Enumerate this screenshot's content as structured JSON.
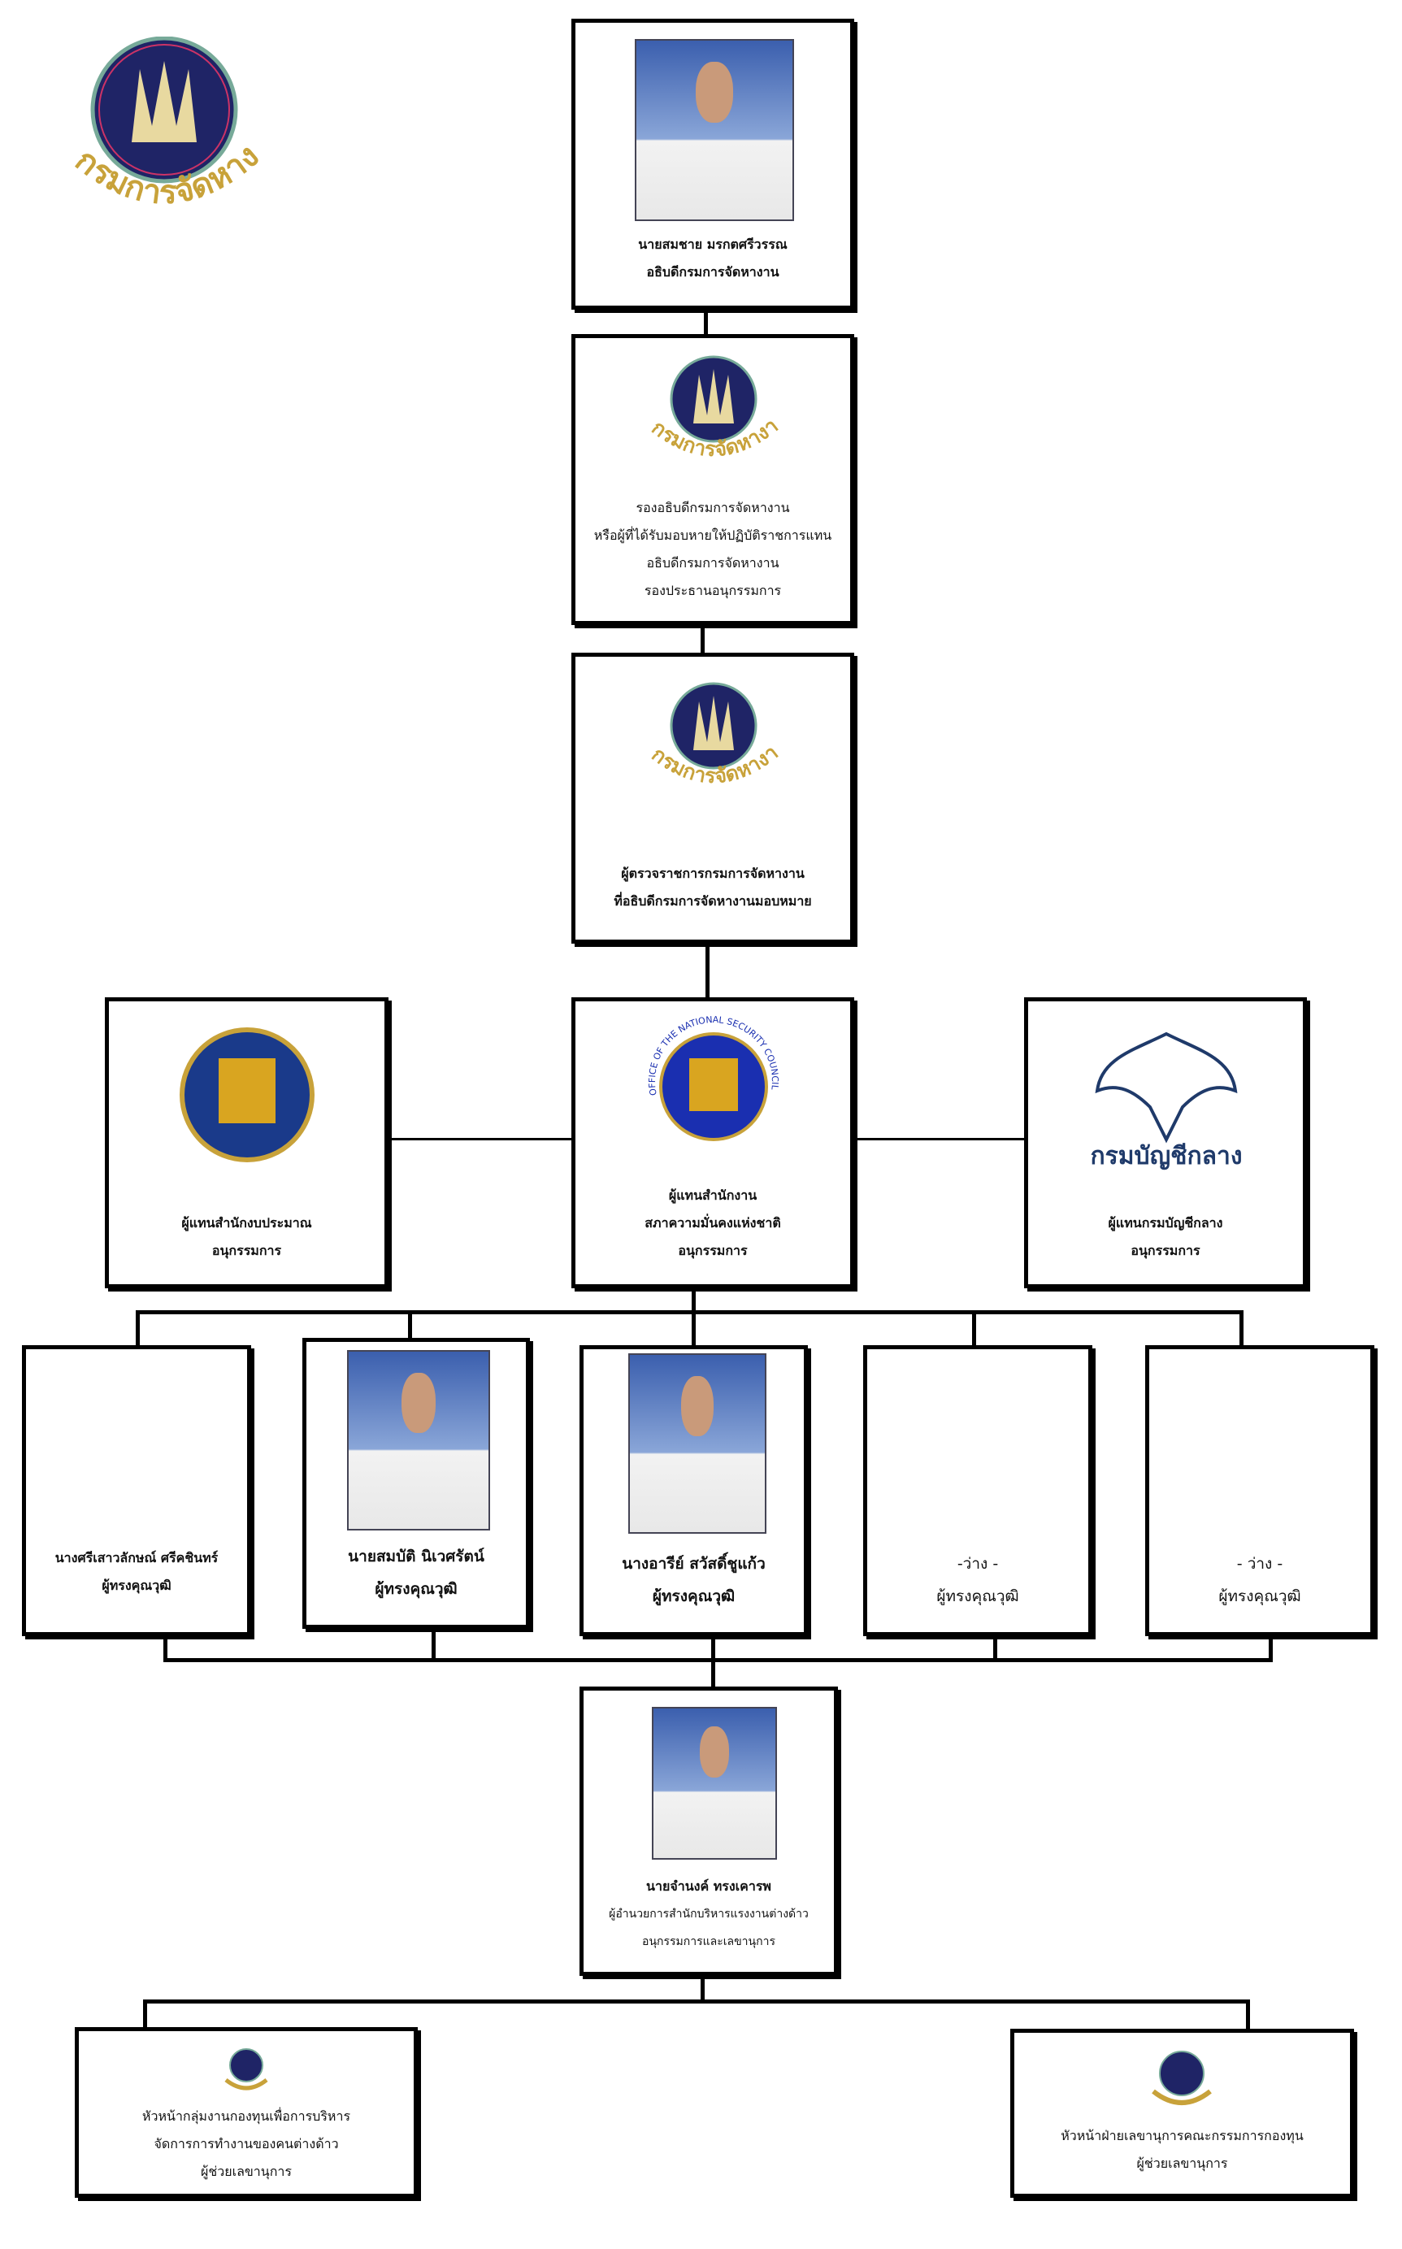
{
  "logo": {
    "text": "กรมการจัดหางาน"
  },
  "director": {
    "name": "นายสมชาย มรกตศรีวรรณ",
    "title": "อธิบดีกรมการจัดหางาน"
  },
  "deputy": {
    "lines": [
      "รองอธิบดีกรมการจัดหางาน",
      "หรือผู้ที่ได้รับมอบหายให้ปฏิบัติราชการแทน",
      "อธิบดีกรมการจัดหางาน",
      "รองประธานอนุกรรมการ"
    ]
  },
  "inspector": {
    "lines": [
      "ผู้ตรวจราชการกรมการจัดหางาน",
      "ที่อธิบดีกรมการจัดหางานมอบหมาย"
    ]
  },
  "reps": [
    {
      "lines": [
        "ผู้แทนสำนักงบประมาณ",
        "อนุกรรมการ"
      ]
    },
    {
      "lines": [
        "ผู้แทนสำนักงาน",
        "สภาความมั่นคงแห่งชาติ",
        "อนุกรรมการ"
      ],
      "seal_text": "OFFICE OF THE NATIONAL SECURITY COUNCIL"
    },
    {
      "lines": [
        "ผู้แทนกรมบัญชีกลาง",
        "อนุกรรมการ"
      ],
      "seal_text": "กรมบัญชีกลาง"
    }
  ],
  "experts": [
    {
      "name": "นางศรีเสาวลักษณ์ ศรีคชินทร์",
      "title": "ผู้ทรงคุณวุฒิ"
    },
    {
      "name": "นายสมบัติ นิเวศรัตน์",
      "title": "ผู้ทรงคุณวุฒิ"
    },
    {
      "name": "นางอารีย์ สวัสดิ์ชูแก้ว",
      "title": "ผู้ทรงคุณวุฒิ"
    },
    {
      "name": "-ว่าง -",
      "title": "ผู้ทรงคุณวุฒิ"
    },
    {
      "name": "- ว่าง -",
      "title": "ผู้ทรงคุณวุฒิ"
    }
  ],
  "secretary": {
    "name": "นายจำนงค์ ทรงเคารพ",
    "lines": [
      "ผู้อำนวยการสำนักบริหารแรงงานต่างด้าว",
      "อนุกรรมการและเลขานุการ"
    ]
  },
  "assistants": [
    {
      "lines": [
        "หัวหน้ากลุ่มงานกองทุนเพื่อการบริหาร",
        "จัดการการทำงานของคนต่างด้าว",
        "ผู้ช่วยเลขานุการ"
      ]
    },
    {
      "lines": [
        "หัวหน้าฝ่ายเลขานุการคณะกรรมการกองทุน",
        "ผู้ช่วยเลขานุการ"
      ]
    }
  ],
  "colors": {
    "seal_navy": "#1f2466",
    "seal_gold": "#c8a23a",
    "nsc_blue": "#1a2fb0"
  }
}
